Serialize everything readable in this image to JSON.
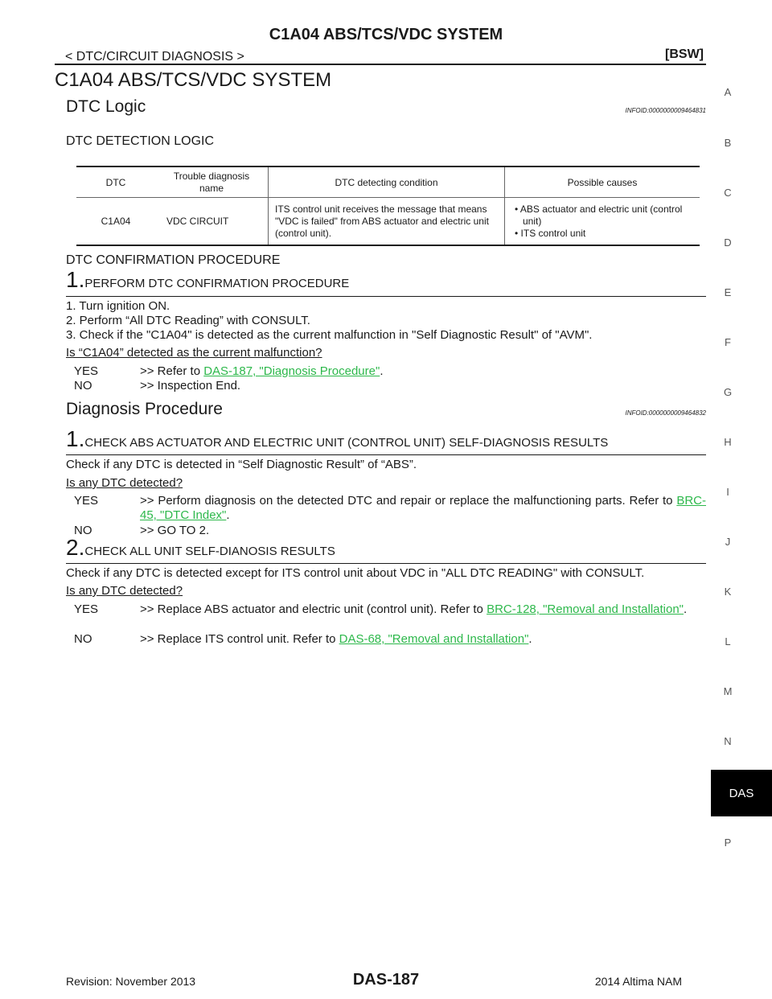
{
  "header": {
    "title": "C1A04 ABS/TCS/VDC SYSTEM",
    "section": "< DTC/CIRCUIT DIAGNOSIS >",
    "model_code": "[BSW]"
  },
  "page_title": "C1A04 ABS/TCS/VDC SYSTEM",
  "dtc_logic": {
    "heading": "DTC Logic",
    "infoid": "INFOID:0000000009464831",
    "detection_heading": "DTC DETECTION LOGIC",
    "table": {
      "headers": [
        "DTC",
        "Trouble diagnosis name",
        "DTC detecting condition",
        "Possible causes"
      ],
      "row": {
        "dtc": "C1A04",
        "name": "VDC CIRCUIT",
        "condition": "ITS control unit receives the message that means \"VDC is failed\" from ABS actuator and electric unit (control unit).",
        "causes": [
          "ABS actuator and electric unit (control unit)",
          "ITS control unit"
        ]
      }
    },
    "confirmation_heading": "DTC CONFIRMATION PROCEDURE",
    "step1": {
      "number": "1.",
      "title": "PERFORM DTC CONFIRMATION PROCEDURE",
      "lines": [
        "1. Turn ignition ON.",
        "2. Perform “All DTC Reading” with CONSULT.",
        "3. Check if the \"C1A04\" is detected as the current malfunction in \"Self Diagnostic Result\" of \"AVM\"."
      ],
      "question": "Is “C1A04” detected as the current malfunction?",
      "yes_key": "YES",
      "yes_text": ">> Refer to ",
      "yes_link": "DAS-187, \"Diagnosis Procedure\"",
      "yes_end": ".",
      "no_key": "NO",
      "no_text": ">> Inspection End."
    }
  },
  "diagnosis": {
    "heading": "Diagnosis Procedure",
    "infoid": "INFOID:0000000009464832",
    "step1": {
      "number": "1.",
      "title": "CHECK ABS ACTUATOR AND ELECTRIC UNIT (CONTROL UNIT) SELF-DIAGNOSIS RESULTS",
      "text": "Check if any DTC is detected in “Self Diagnostic Result” of “ABS”.",
      "question": "Is any DTC detected?",
      "yes_key": "YES",
      "yes_text": ">> Perform diagnosis on the detected DTC and repair or replace the malfunctioning parts. Refer to ",
      "yes_link": "BRC-45, \"DTC Index\"",
      "yes_end": ".",
      "no_key": "NO",
      "no_text": ">> GO TO 2."
    },
    "step2": {
      "number": "2.",
      "title": "CHECK ALL UNIT SELF-DIANOSIS RESULTS",
      "text": "Check if any DTC is detected except for ITS control unit about VDC in \"ALL DTC READING\" with CONSULT.",
      "question": "Is any DTC detected?",
      "yes_key": "YES",
      "yes_text": ">> Replace ABS actuator and electric unit (control unit). Refer to ",
      "yes_link": "BRC-128, \"Removal and Installation\"",
      "yes_end": ".",
      "no_key": "NO",
      "no_text": ">> Replace ITS control unit. Refer to ",
      "no_link": "DAS-68, \"Removal and Installation\"",
      "no_end": "."
    }
  },
  "side_index": [
    "A",
    "B",
    "C",
    "D",
    "E",
    "F",
    "G",
    "H",
    "I",
    "J",
    "K",
    "L",
    "M",
    "N",
    "P"
  ],
  "side_active": "DAS",
  "footer": {
    "revision": "Revision: November 2013",
    "page": "DAS-187",
    "model": "2014 Altima NAM"
  },
  "colors": {
    "link": "#2db84b",
    "tab_bg": "#000000"
  }
}
